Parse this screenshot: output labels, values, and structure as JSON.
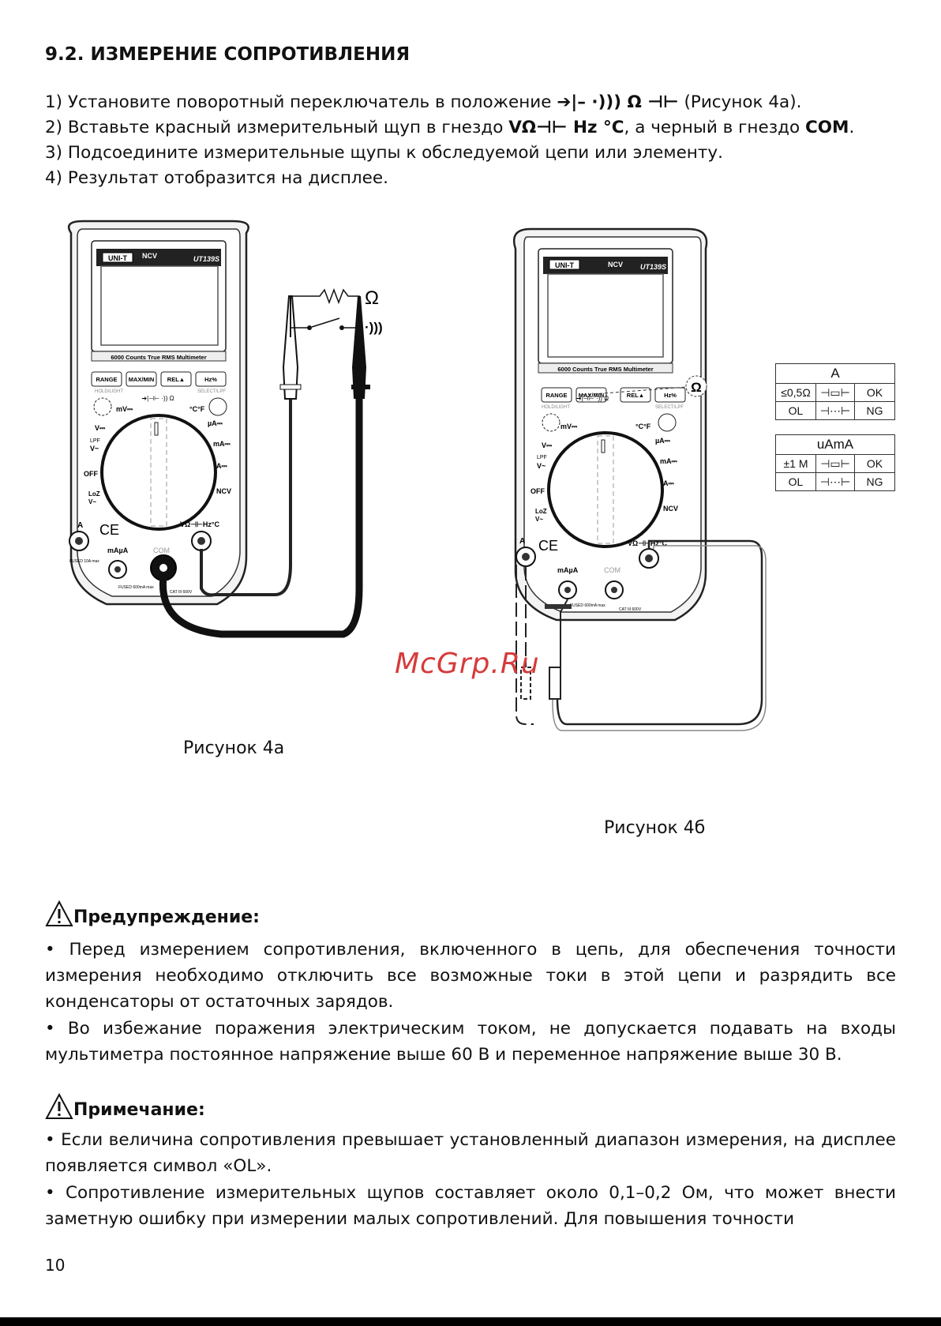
{
  "heading": "9.2. ИЗМЕРЕНИЕ СОПРОТИВЛЕНИЯ",
  "steps": [
    {
      "pre": "1) Установите поворотный переключатель в положение ",
      "symbols": "➔|– ·))) Ω ⊣⊢",
      "post": " (Рисунок 4а)."
    },
    {
      "pre": "2) Вставьте красный измерительный щуп в гнездо ",
      "symbols": "VΩ⊣⊢ Hz °C",
      "mid": ", а черный в гнездо ",
      "com": "COM",
      "post": "."
    },
    {
      "text": "3) Подсоедините измерительные щупы к обследуемой цепи или элементу."
    },
    {
      "text": "4) Результат отобразится на дисплее."
    }
  ],
  "meter": {
    "brand": "UNI-T",
    "model": "UT139S",
    "ncv_top": "NCV",
    "strip": "6000 Counts True RMS Multimeter",
    "buttons": [
      "RANGE",
      "MAX/MIN",
      "REL▲",
      "Hz%"
    ],
    "sub_left": "HOLD/LIGHT",
    "sub_right": "SELECT/LPF",
    "dial": {
      "mv": "mV⎓",
      "v_dc": "V⎓",
      "lpf": "LPF",
      "v_ac": "V~",
      "off": "OFF",
      "loz": "LoZ",
      "loz_v": "V~",
      "cf": "°C°F",
      "ua": "µA⎓",
      "ma": "mA⎓",
      "a": "A⎓",
      "ncv": "NCV"
    },
    "jack_labels": {
      "a": "A",
      "ce": "CE",
      "v": "VΩ⊣⊢Hz°C",
      "mua": "mAµA",
      "com": "COM"
    },
    "fuse_a": "FUSED 10A max",
    "fuse_ma": "FUSED 600mA max",
    "cat": "CAT III 600V"
  },
  "circuit": {
    "ohm": "Ω",
    "sound": "·)))"
  },
  "fig_b_marker": "Ω",
  "table_a": {
    "title": "A",
    "rows": [
      [
        "≤0,5Ω",
        "OK"
      ],
      [
        "OL",
        "NG"
      ]
    ]
  },
  "table_uama": {
    "title": "uAmA",
    "rows": [
      [
        "±1 M",
        "OK"
      ],
      [
        "OL",
        "NG"
      ]
    ]
  },
  "caption_a": "Рисунок 4а",
  "caption_b": "Рисунок 4б",
  "watermark": "McGrp.Ru",
  "warning": {
    "title": "Предупреждение:",
    "p1": "• Перед измерением сопротивления, включенного в цепь, для обеспечения точности измерения необходимо отключить все возможные токи в этой цепи и разрядить все конденсаторы от остаточных зарядов.",
    "p2": "• Во избежание поражения электрическим током, не допускается подавать на входы мультиметра постоянное напряжение выше 60 В и переменное напряжение выше 30 В."
  },
  "note": {
    "title": "Примечание:",
    "p1": "• Если величина сопротивления превышает установленный диапазон измерения, на дисплее появляется символ «OL».",
    "p2": "• Сопротивление измерительных щупов составляет около 0,1–0,2 Ом, что может внести заметную ошибку при измерении малых сопротивлений. Для повышения точности"
  },
  "page_number": "10"
}
